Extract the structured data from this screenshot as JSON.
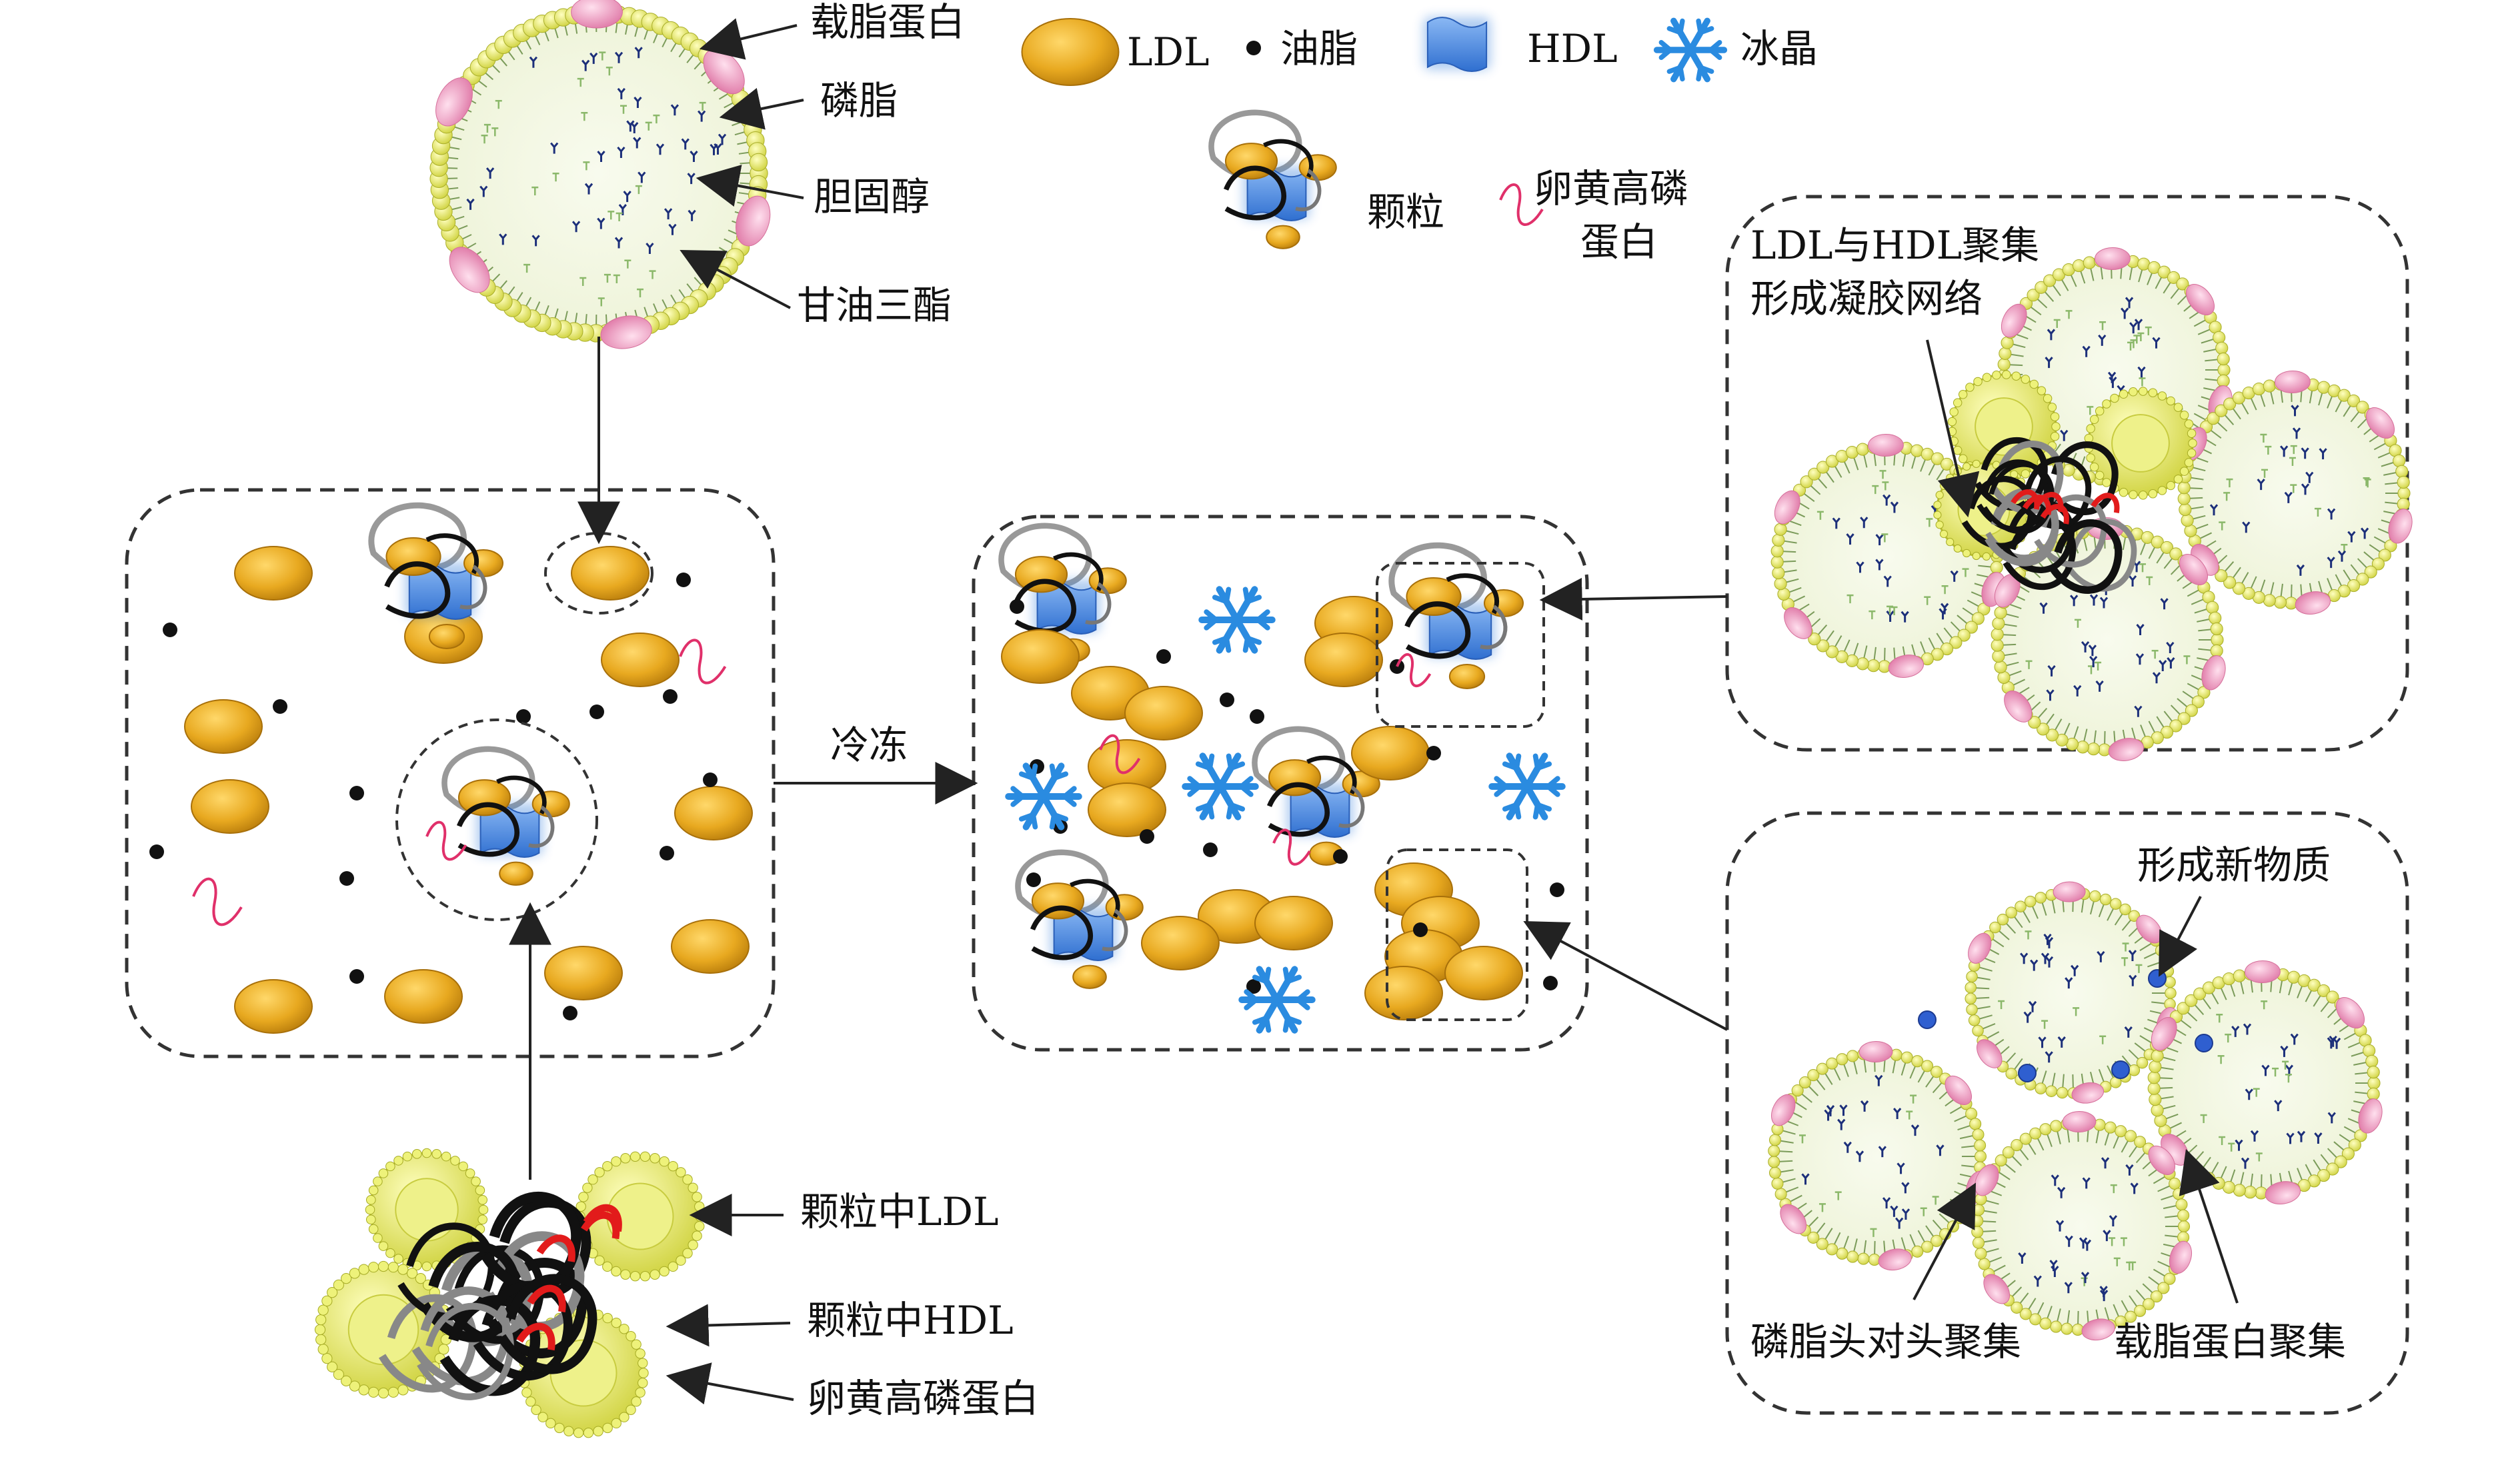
{
  "legend": {
    "ldl": "LDL",
    "oil": "油脂",
    "hdl": "HDL",
    "ice": "冰晶",
    "granule": "颗粒",
    "phosvitin_line1": "卵黄高磷",
    "phosvitin_line2": "蛋白"
  },
  "structure_labels": {
    "apolipoprotein": "载脂蛋白",
    "phospholipid": "磷脂",
    "cholesterol": "胆固醇",
    "triglyceride": "甘油三酯"
  },
  "granule_labels": {
    "ldl_in_granule": "颗粒中LDL",
    "hdl_in_granule": "颗粒中HDL",
    "phosvitin": "卵黄高磷蛋白"
  },
  "process": {
    "freezing": "冷冻"
  },
  "panel_top_right": {
    "line1": "LDL与HDL聚集",
    "line2": "形成凝胶网络"
  },
  "panel_bottom_right": {
    "new_substance": "形成新物质",
    "head_to_head": "磷脂头对头聚集",
    "apo_aggregation": "载脂蛋白聚集"
  },
  "colors": {
    "ldl": "#e8a920",
    "oil": "#111111",
    "hdl": "#4f8fe0",
    "ice": "#2a8be0",
    "phosvitin": "#e0306a",
    "shell": "#e9f06a",
    "core": "#f4f8e6",
    "apo": "#f0a8c8"
  }
}
